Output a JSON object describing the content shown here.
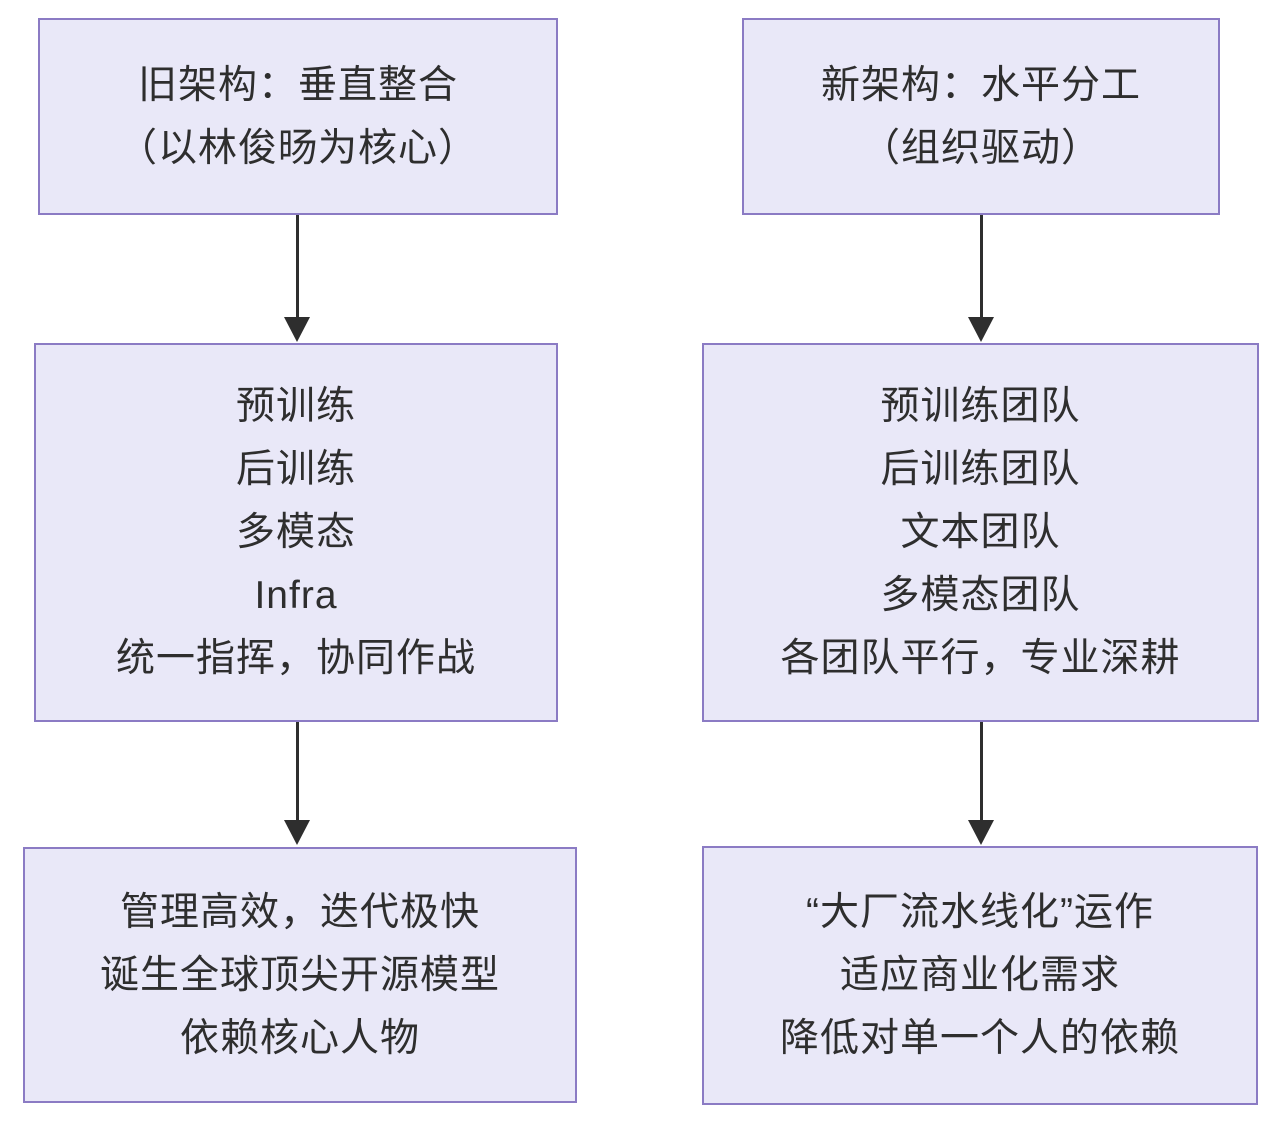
{
  "diagram": {
    "type": "flowchart",
    "colors": {
      "background": "#ffffff",
      "box_fill": "#e9e8f8",
      "box_border": "#8b7bc4",
      "text": "#2e2e2e",
      "arrow": "#2e2e2e"
    },
    "columns": [
      {
        "id": "old-architecture",
        "boxes": [
          {
            "role": "header",
            "lines": [
              "旧架构：垂直整合",
              "（以林俊旸为核心）"
            ]
          },
          {
            "role": "teams",
            "lines": [
              "预训练",
              "后训练",
              "多模态",
              "Infra",
              "统一指挥，协同作战"
            ]
          },
          {
            "role": "outcome",
            "lines": [
              "管理高效，迭代极快",
              "诞生全球顶尖开源模型",
              "依赖核心人物"
            ]
          }
        ]
      },
      {
        "id": "new-architecture",
        "boxes": [
          {
            "role": "header",
            "lines": [
              "新架构：水平分工",
              "（组织驱动）"
            ]
          },
          {
            "role": "teams",
            "lines": [
              "预训练团队",
              "后训练团队",
              "文本团队",
              "多模态团队",
              "各团队平行，专业深耕"
            ]
          },
          {
            "role": "outcome",
            "lines": [
              "“大厂流水线化”运作",
              "适应商业化需求",
              "降低对单一个人的依赖"
            ]
          }
        ]
      }
    ]
  }
}
